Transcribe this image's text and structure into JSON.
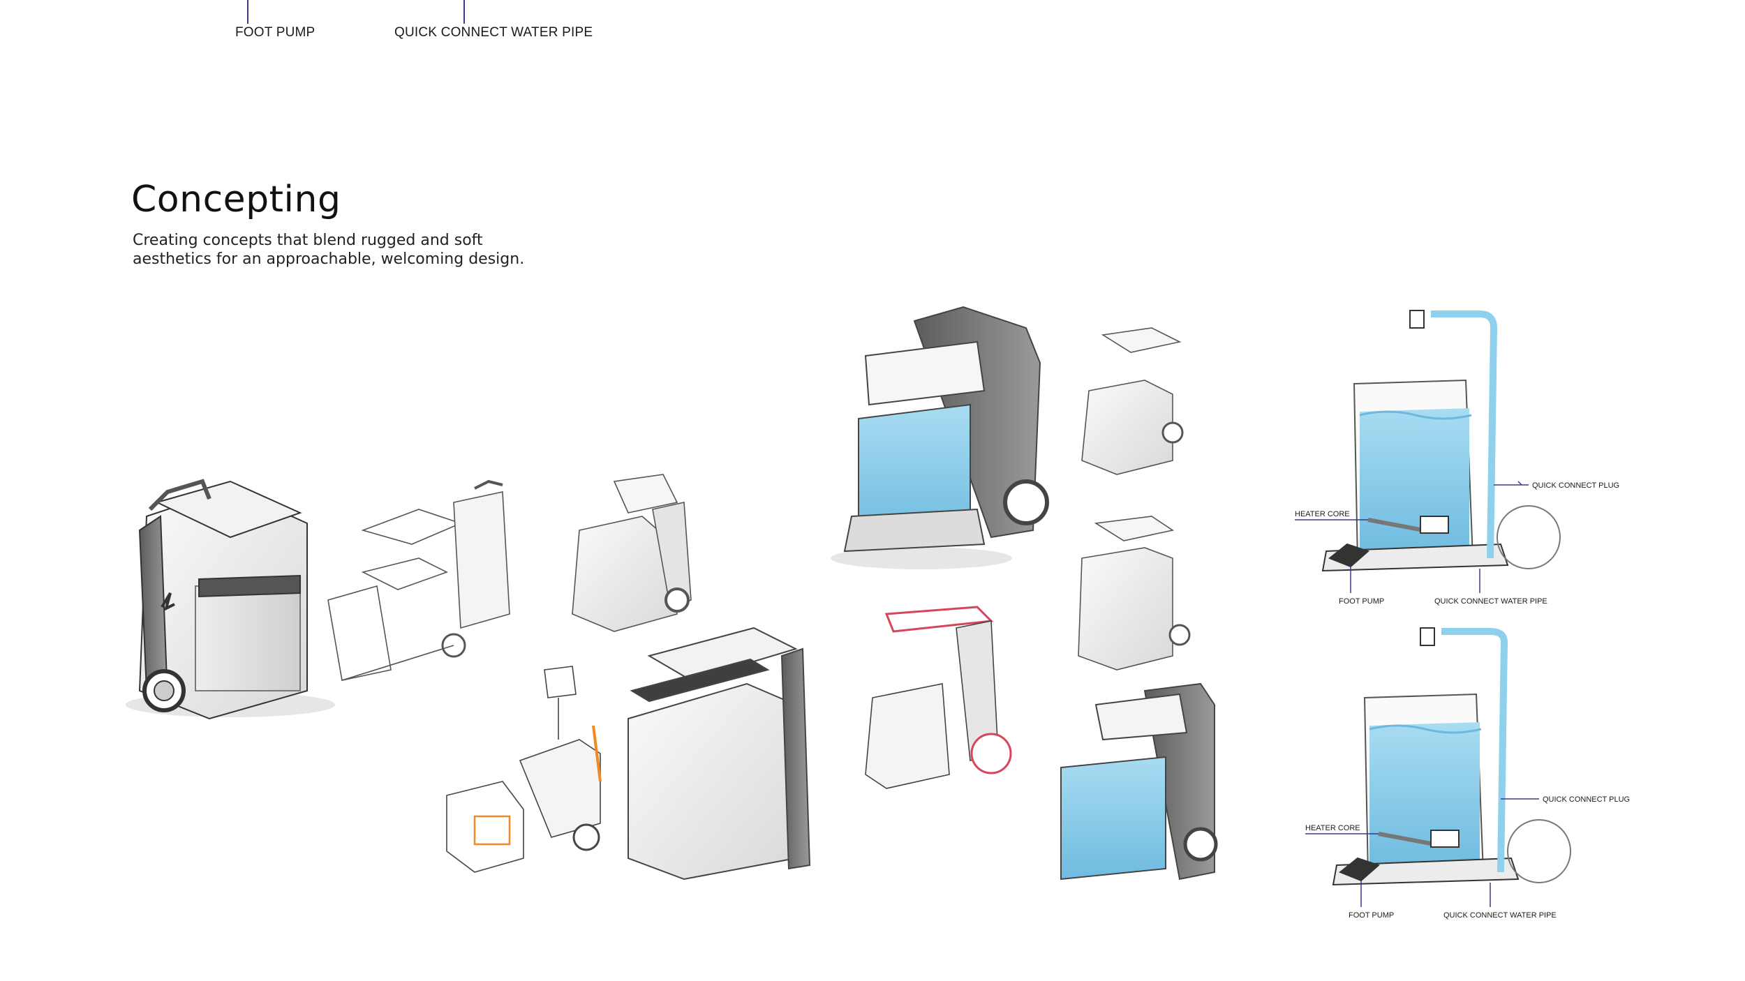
{
  "top_labels": {
    "foot_pump": "FOOT PUMP",
    "quick_connect_water_pipe": "QUICK CONNECT WATER PIPE"
  },
  "section": {
    "title": "Concepting",
    "description_line1": "Creating concepts that blend rugged and soft",
    "description_line2": "aesthetics for an approachable, welcoming design."
  },
  "diagram_upper": {
    "quick_connect_plug": "QUICK CONNECT PLUG",
    "heater_core": "HEATER CORE",
    "foot_pump": "FOOT PUMP",
    "quick_connect_water_pipe": "QUICK CONNECT WATER PIPE"
  },
  "diagram_lower": {
    "quick_connect_plug": "QUICK CONNECT PLUG",
    "heater_core": "HEATER CORE",
    "foot_pump": "FOOT PUMP",
    "quick_connect_water_pipe": "QUICK CONNECT WATER PIPE"
  },
  "colors": {
    "water_blue": "#8fd0ec",
    "accent_orange": "#f08a24",
    "accent_red": "#d6455a",
    "callout_line": "#3a3a8a"
  }
}
